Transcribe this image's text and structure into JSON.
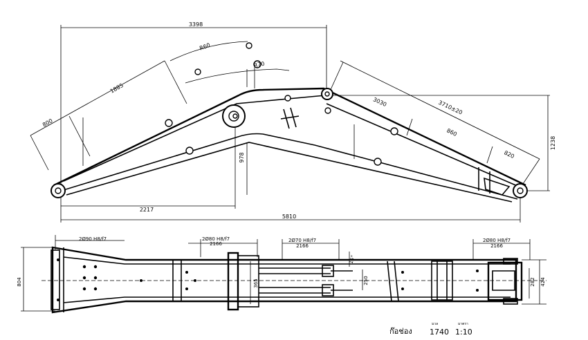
{
  "elevation": {
    "dims": {
      "overall_top": "3398",
      "arc_a": "R60",
      "arc_b": "R70",
      "left_upper": "1885",
      "left_small": "800",
      "center_height": "978",
      "pin_offset": "2217",
      "overall_length": "5810",
      "right_upper": "3710±20",
      "right_inner": "3030",
      "right_mid": "860",
      "right_small": "820",
      "right_height": "1238"
    }
  },
  "plan": {
    "dims": {
      "bore_1": "2Ø90 H8/f7",
      "bore_2": "2Ø80 H8/f7",
      "bore_2_width": "2166",
      "bore_3": "2Ø70 H8/f7",
      "bore_3_width": "2166",
      "bore_4": "2Ø80 H8/f7",
      "bore_4_width": "2166",
      "left_width": "804",
      "center_width_a": "365",
      "center_width_b": "250",
      "small_tick": "15°",
      "right_a": "282",
      "right_b": "424"
    }
  },
  "title_block": {
    "name": "ก๊อช่อง",
    "mass_caption": "มวล",
    "mass": "1740",
    "scale_caption": "มาตรา",
    "scale": "1:10"
  }
}
